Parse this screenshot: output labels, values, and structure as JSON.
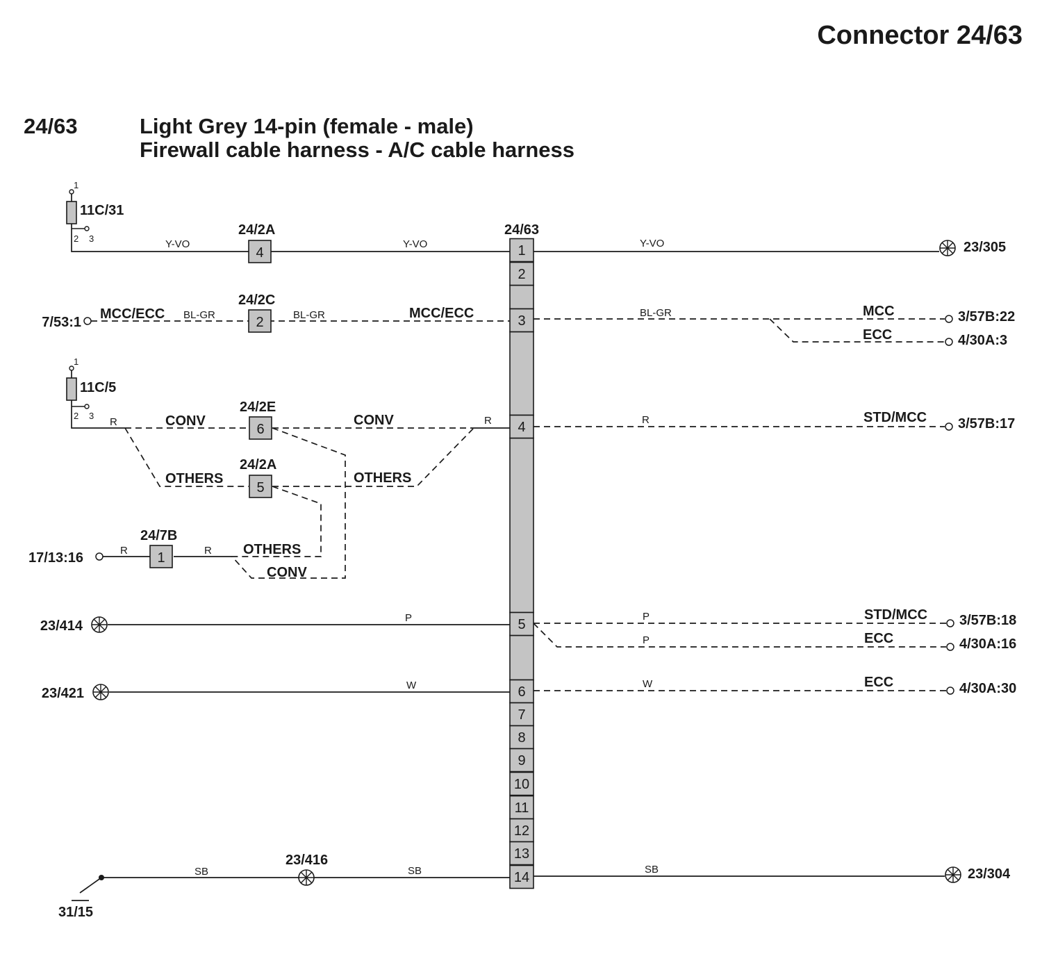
{
  "header": {
    "page_title": "Connector 24/63",
    "connector_id": "24/63",
    "line1": "Light Grey 14-pin (female - male)",
    "line2": "Firewall cable harness - A/C cable harness"
  },
  "connector": {
    "name": "24/63",
    "pins": [
      "1",
      "2",
      "3",
      "4",
      "5",
      "6",
      "7",
      "8",
      "9",
      "10",
      "11",
      "12",
      "13",
      "14"
    ]
  },
  "fuses": [
    {
      "name": "11C/31",
      "t1": "1",
      "t2": "2",
      "t3": "3"
    },
    {
      "name": "11C/5",
      "t1": "1",
      "t2": "2",
      "t3": "3"
    }
  ],
  "inline_connectors": [
    {
      "name": "24/2A",
      "pin": "4"
    },
    {
      "name": "24/2C",
      "pin": "2"
    },
    {
      "name": "24/2E",
      "pin": "6"
    },
    {
      "name": "24/2A",
      "pin": "5"
    },
    {
      "name": "24/7B",
      "pin": "1"
    }
  ],
  "ground_points": [
    "23/305",
    "23/414",
    "23/421",
    "23/416",
    "23/304",
    "31/15"
  ],
  "left_terminals": [
    "7/53:1",
    "17/13:16"
  ],
  "right_terminals": [
    "3/57B:22",
    "4/30A:3",
    "3/57B:17",
    "3/57B:18",
    "4/30A:16",
    "4/30A:30"
  ],
  "wire_colors": {
    "yvo": "Y-VO",
    "blgr": "BL-GR",
    "r": "R",
    "p": "P",
    "w": "W",
    "sb": "SB"
  },
  "variants": {
    "mcc_ecc": "MCC/ECC",
    "mcc": "MCC",
    "ecc": "ECC",
    "conv": "CONV",
    "others": "OTHERS",
    "std_mcc": "STD/MCC"
  },
  "colors": {
    "ink": "#1a1a1a",
    "pin_fill": "#c4c4c4"
  }
}
